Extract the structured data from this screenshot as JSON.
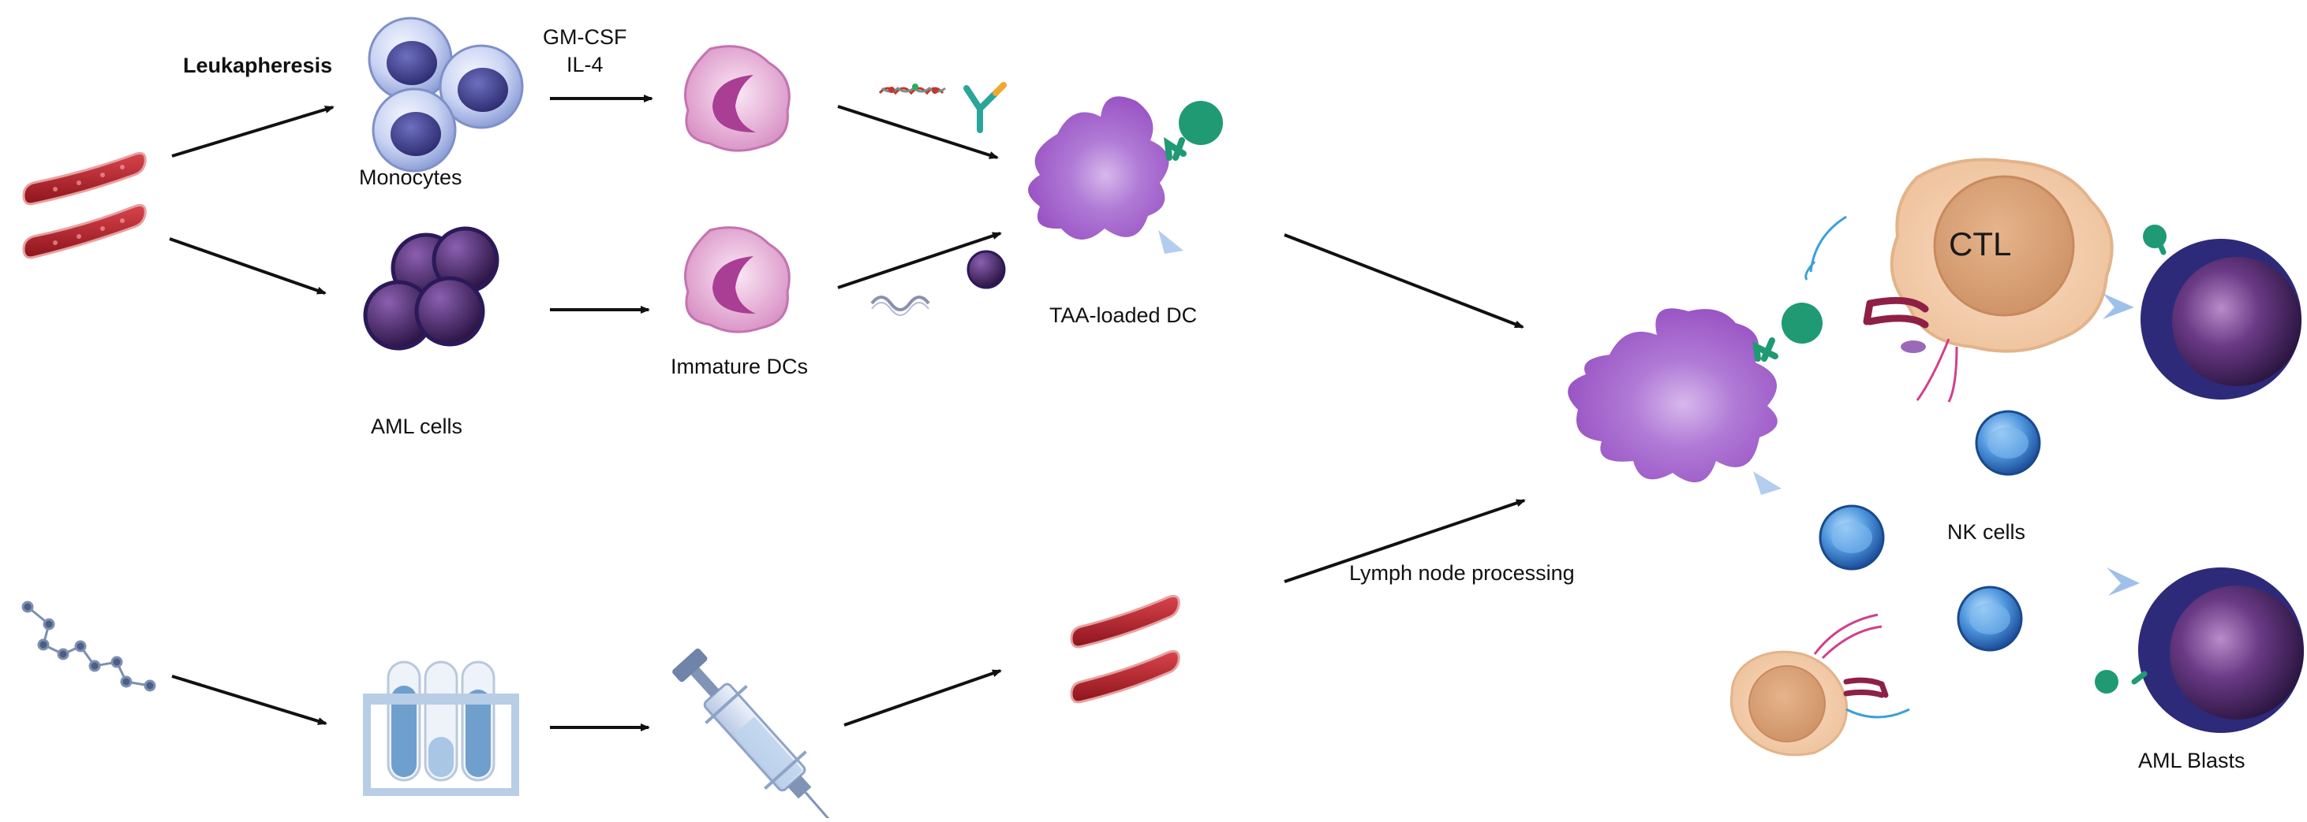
{
  "labels": {
    "leukapheresis": "Leukapheresis",
    "monocytes": "Monocytes",
    "gmcsf": "GM-CSF",
    "il4": "IL-4",
    "aml_cells": "AML cells",
    "immature_dcs": "Immature DCs",
    "taa_loaded_dc": "TAA-loaded DC",
    "lymph_node_processing": "Lymph node processing",
    "ctl": "CTL",
    "nk_cells": "NK cells",
    "aml_blasts": "AML Blasts"
  },
  "colors": {
    "arrow": "#111111",
    "blood_vessel": "#b3202a",
    "dendritic_cell": "#a45fc8",
    "monocyte": "#3c3f8f",
    "aml_cell": "#4a2a6e",
    "receptor": "#1f9a72",
    "ctl_cell": "#f3c9a4",
    "nk_cell": "#2f76c4",
    "aml_blast": "#3a2050",
    "test_tube_liquid": "#6f9fcd"
  }
}
